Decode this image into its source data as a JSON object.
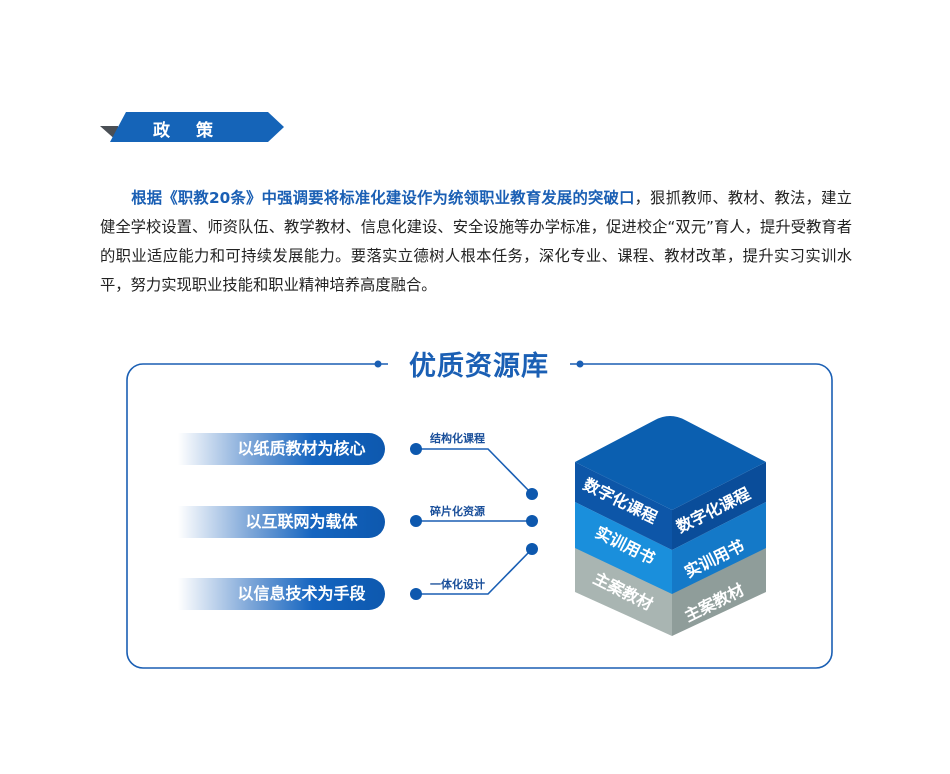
{
  "section": {
    "label": "政 策"
  },
  "paragraph": {
    "highlight": "根据《职教20条》中强调要将标准化建设作为统领职业教育发展的突破口",
    "body": "，狠抓教师、教材、教法，建立健全学校设置、师资队伍、教学教材、信息化建设、安全设施等办学标准，促进校企“双元”育人，提升受教育者的职业适应能力和可持续发展能力。要落实立德树人根本任务，深化专业、课程、教材改革，提升实习实训水平，努力实现职业技能和职业精神培养高度融合。"
  },
  "resource": {
    "title": "优质资源库",
    "pillars": [
      "以纸质教材为核心",
      "以互联网为载体",
      "以信息技术为手段"
    ],
    "tags": [
      "结构化课程",
      "碎片化资源",
      "一体化设计"
    ],
    "stack": {
      "top": "数字化课程",
      "middle": "实训用书",
      "bottom": "主案教材"
    },
    "colors": {
      "accent": "#1a5fb4",
      "top": "#0b5fb0",
      "middle": "#1a8fdc",
      "bottom": "#a7b3b0"
    }
  }
}
